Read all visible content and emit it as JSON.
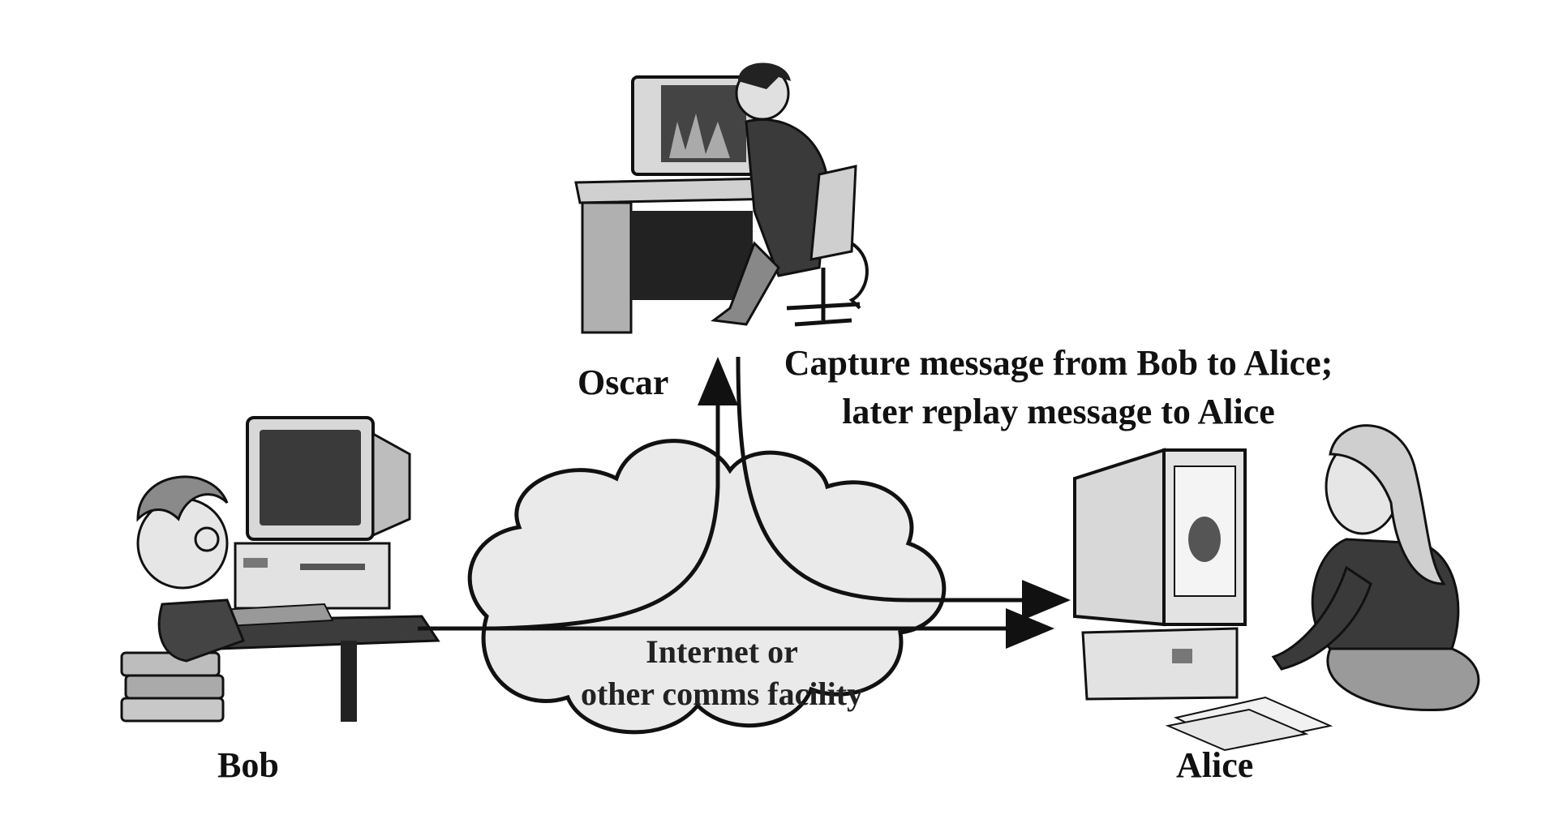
{
  "labels": {
    "oscar": "Oscar",
    "bob": "Bob",
    "alice": "Alice"
  },
  "caption": {
    "line1": "Capture message from Bob to Alice;",
    "line2": "later replay message to Alice"
  },
  "cloud": {
    "line1": "Internet or",
    "line2": "other comms facility"
  },
  "colors": {
    "ink": "#111111",
    "cloud_fill": "#e9e9e9",
    "figure_dark": "#3a3a3a",
    "figure_mid": "#8a8a8a",
    "figure_light": "#cfcfcf"
  }
}
